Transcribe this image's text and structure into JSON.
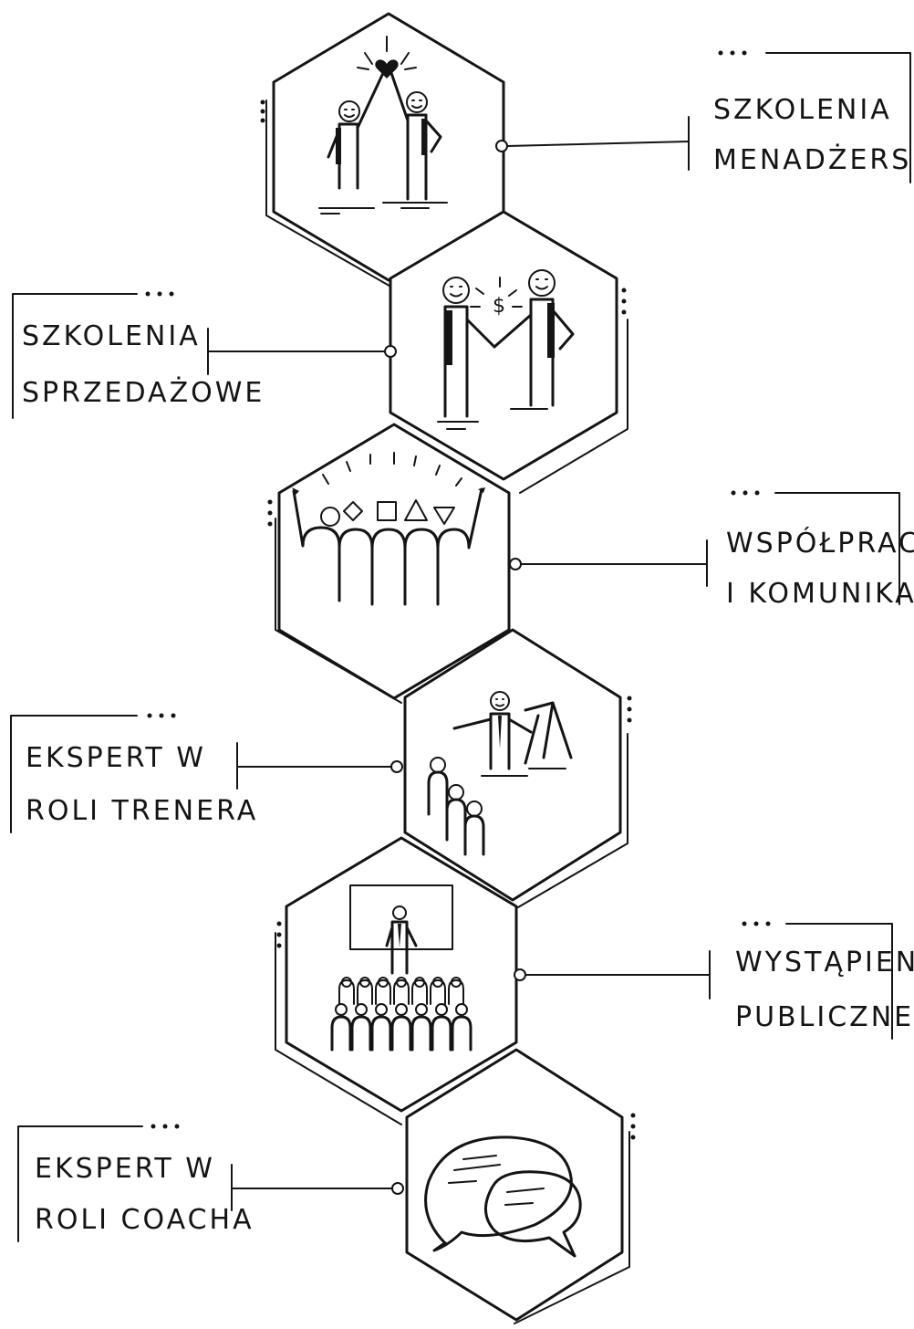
{
  "diagram": {
    "items": [
      {
        "id": "szkolenia-menadzerskie",
        "line1": "SZKOLENIA",
        "line2": "MENADŻERSKIE",
        "icon": "high-five-heart-icon"
      },
      {
        "id": "szkolenia-sprzedazowe",
        "line1": "SZKOLENIA",
        "line2": "SPRZEDAŻOWE",
        "icon": "handshake-dollar-icon"
      },
      {
        "id": "wspolpraca-komunikacja",
        "line1": "WSPÓŁPRACA",
        "line2": "I KOMUNIKACJA",
        "icon": "team-cheering-icon"
      },
      {
        "id": "ekspert-trenera",
        "line1": "EKSPERT W",
        "line2": "ROLI TRENERA",
        "icon": "trainer-flipchart-icon"
      },
      {
        "id": "wystapienia-publiczne",
        "line1": "WYSTĄPIENIA",
        "line2": "PUBLICZNE",
        "icon": "speaker-audience-icon"
      },
      {
        "id": "ekspert-coacha",
        "line1": "EKSPERT W",
        "line2": "ROLI COACHA",
        "icon": "speech-bubbles-icon"
      }
    ],
    "ellipsis": "..."
  },
  "colors": {
    "ink": "#141414",
    "paper": "#ffffff"
  }
}
